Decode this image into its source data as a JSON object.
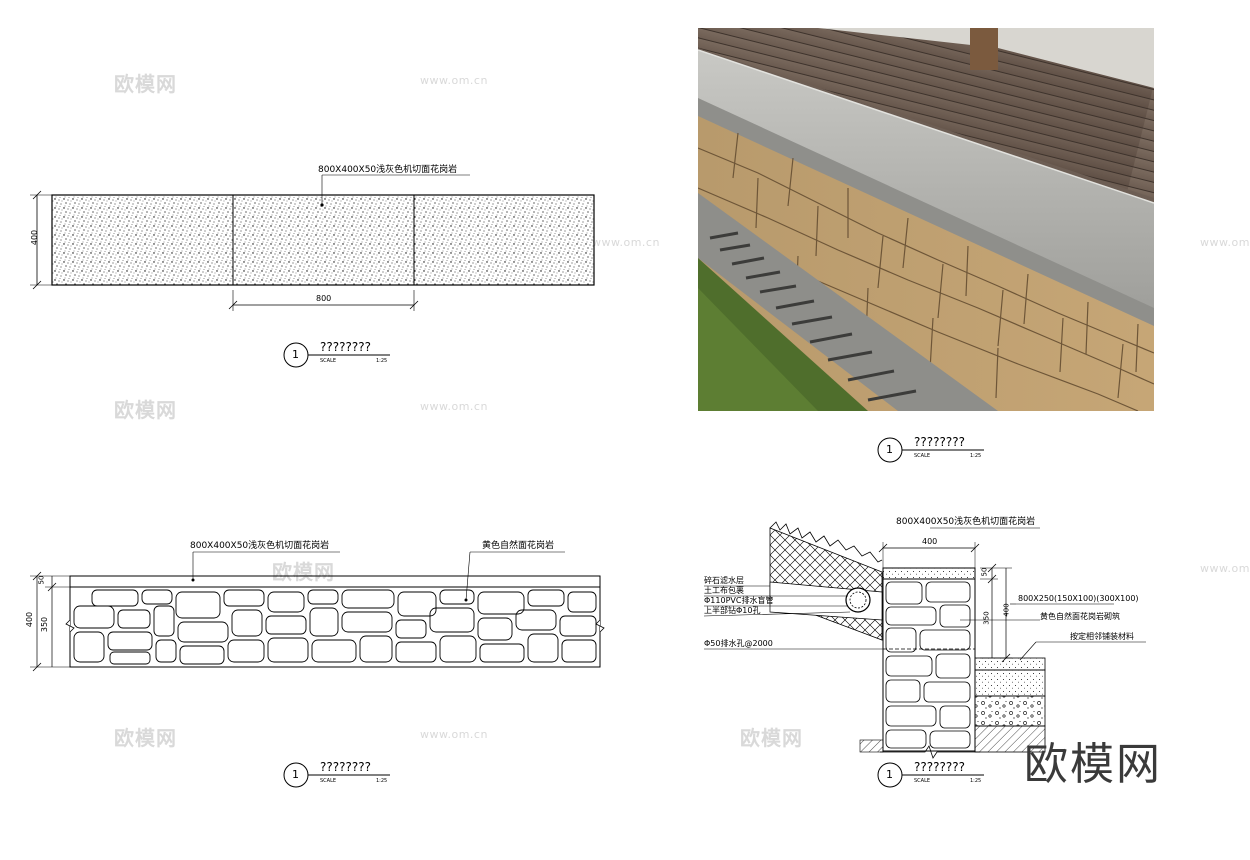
{
  "watermarks": {
    "brand": "欧模网",
    "url": "www.om.cn"
  },
  "logo": "欧模网",
  "drawings": {
    "plan": {
      "callout": "800X400X50浅灰色机切面花岗岩",
      "dim_height": "400",
      "dim_width": "800",
      "tag": {
        "number": "1",
        "title": "????????",
        "scale_label": "SCALE",
        "scale": "1:25"
      }
    },
    "photo": {
      "tag": {
        "number": "1",
        "title": "????????",
        "scale_label": "SCALE",
        "scale": "1:25"
      }
    },
    "elevation": {
      "callout_top": "800X400X50浅灰色机切面花岗岩",
      "callout_stone": "黄色自然面花岗岩",
      "dim_top": "50",
      "dim_total": "400",
      "dim_body": "350",
      "tag": {
        "number": "1",
        "title": "????????",
        "scale_label": "SCALE",
        "scale": "1:25"
      }
    },
    "section": {
      "callout_top": "800X400X50浅灰色机切面花岗岩",
      "dim_width": "400",
      "dim_cap": "50",
      "dim_body": "350",
      "dim_total": "400",
      "left_labels": [
        "碎石滤水层",
        "土工布包裹",
        "Φ110PVC排水盲管",
        "上半部钻Φ10孔"
      ],
      "drain_label": "Φ50排水孔@2000",
      "right_label_1": "800X250(150X100)(300X100)",
      "right_label_2": "黄色自然面花岗岩砌筑",
      "right_label_3": "按定相邻铺装材料",
      "tag": {
        "number": "1",
        "title": "????????",
        "scale_label": "SCALE",
        "scale": "1:25"
      }
    }
  }
}
